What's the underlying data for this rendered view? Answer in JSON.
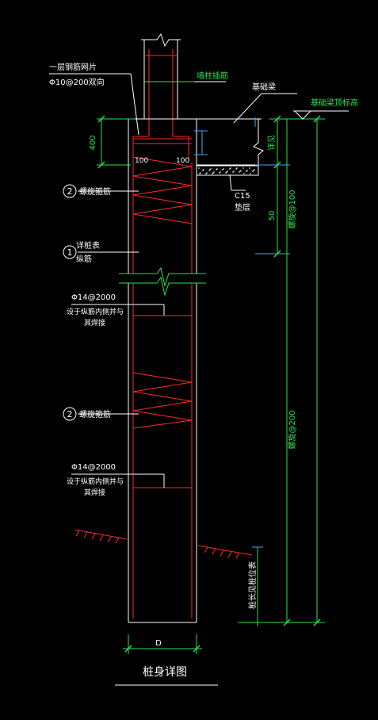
{
  "drawing": {
    "title": "桩身详图",
    "colors": {
      "background": "#000000",
      "pile_outline": "#ffffff",
      "rebar": "#ff2a2a",
      "dimension": "#27e34a",
      "leader": "#ffffff",
      "concrete": "#ffffff"
    }
  },
  "labels": {
    "mesh_top": "一层钢筋网片",
    "mesh_spec": "Φ10@200双向",
    "column_rebar": "墙柱插筋",
    "foundation_beam": "基础梁",
    "foundation_level": "基础梁顶标高",
    "dim_400": "400",
    "dim_top_right": "详见",
    "left_100": "100",
    "right_100": "100",
    "cushion_grade": "C15",
    "cushion_name": "垫层",
    "dim_50": "50",
    "spiral_top_spacing": "螺旋@100",
    "spiral_bottom_spacing": "螺旋@200",
    "bottom_ref": "桩长见桩位表",
    "diameter": "D"
  },
  "callouts": [
    {
      "number": "2",
      "text": "螺旋箍筋"
    },
    {
      "number": "1",
      "text": "详桩表",
      "text2": "纵筋"
    },
    {
      "number": "2",
      "text": "螺旋箍筋"
    }
  ],
  "stiffener_notes": [
    {
      "spec": "Φ14@2000",
      "line1": "设于纵筋内侧并与",
      "line2": "其焊接"
    },
    {
      "spec": "Φ14@2000",
      "line1": "设于纵筋内侧并与",
      "line2": "其焊接"
    }
  ]
}
